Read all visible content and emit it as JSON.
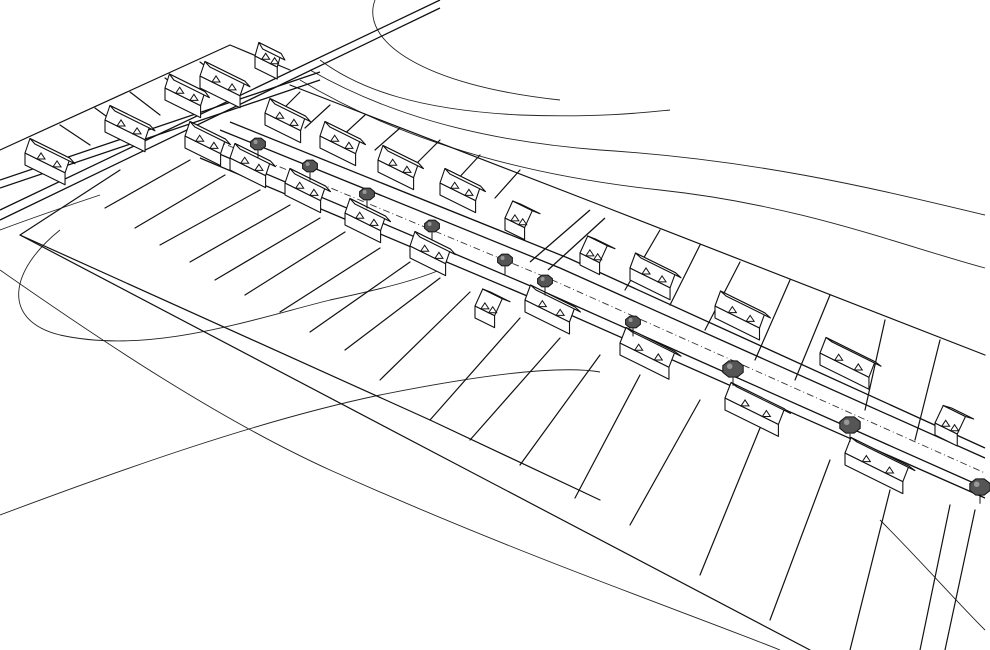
{
  "scene": {
    "kind": "axonometric-site-plan",
    "colors": {
      "background": "#ffffff",
      "ink": "#111111",
      "tree_fill": "#555555"
    },
    "tree_count": 10,
    "house_rows": [
      "north-row",
      "south-row",
      "upper-left-cluster"
    ]
  }
}
